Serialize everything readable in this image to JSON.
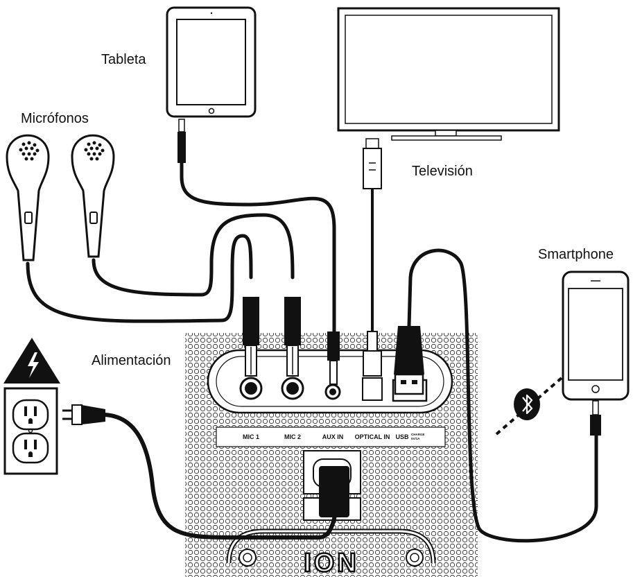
{
  "labels": {
    "tablet": "Tableta",
    "tv": "Televisión",
    "mics": "Micrófonos",
    "smartphone": "Smartphone",
    "power": "Alimentación"
  },
  "panel": {
    "mic1": "MIC 1",
    "mic2": "MIC 2",
    "aux": "AUX IN",
    "optical": "OPTICAL IN",
    "usb": "USB",
    "usb_small_1": "CHARGE",
    "usb_small_2": "5V/1A"
  },
  "logo": "ION",
  "colors": {
    "ink": "#111111",
    "paper": "#ffffff",
    "grille": "#cfcfcf"
  },
  "icons": [
    "tablet-icon",
    "tv-icon",
    "microphone-icon",
    "smartphone-icon",
    "bluetooth-icon",
    "warning-electric-icon",
    "power-outlet-icon",
    "power-plug-icon"
  ]
}
